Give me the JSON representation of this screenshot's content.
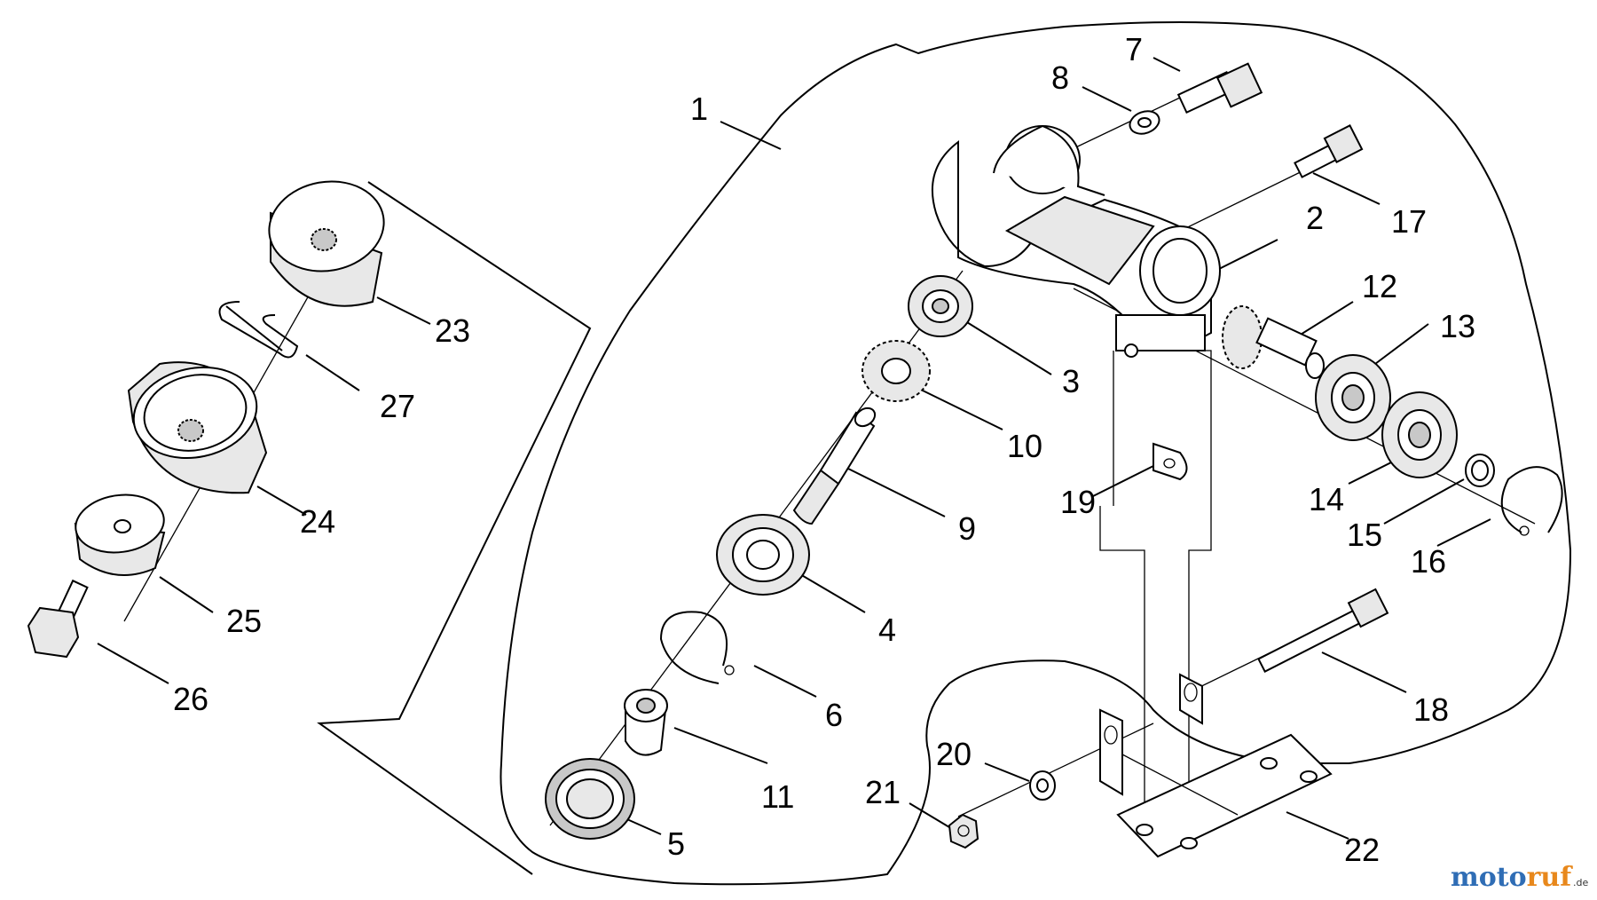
{
  "diagram": {
    "labels": [
      "1",
      "2",
      "3",
      "4",
      "5",
      "6",
      "7",
      "8",
      "9",
      "10",
      "11",
      "12",
      "13",
      "14",
      "15",
      "16",
      "17",
      "18",
      "19",
      "20",
      "21",
      "22",
      "23",
      "24",
      "25",
      "26",
      "27"
    ]
  },
  "watermark": {
    "part1": "moto",
    "part2": "ruf",
    "suffix": ".de",
    "color1": "#2f6db5",
    "color2": "#e8881c"
  }
}
